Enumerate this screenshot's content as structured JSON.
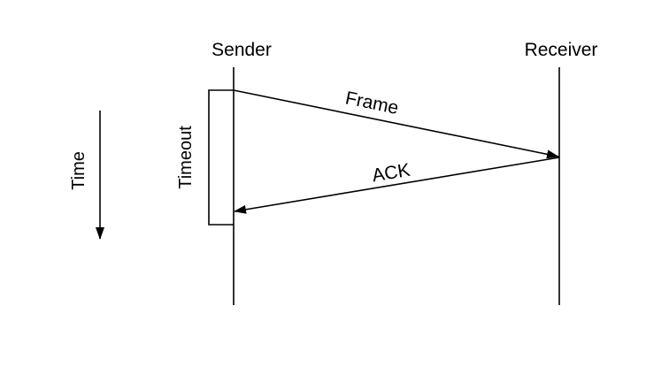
{
  "participants": {
    "sender": "Sender",
    "receiver": "Receiver"
  },
  "messages": {
    "frame": "Frame",
    "ack": "ACK"
  },
  "annotations": {
    "timeout": "Timeout",
    "time": "Time"
  }
}
